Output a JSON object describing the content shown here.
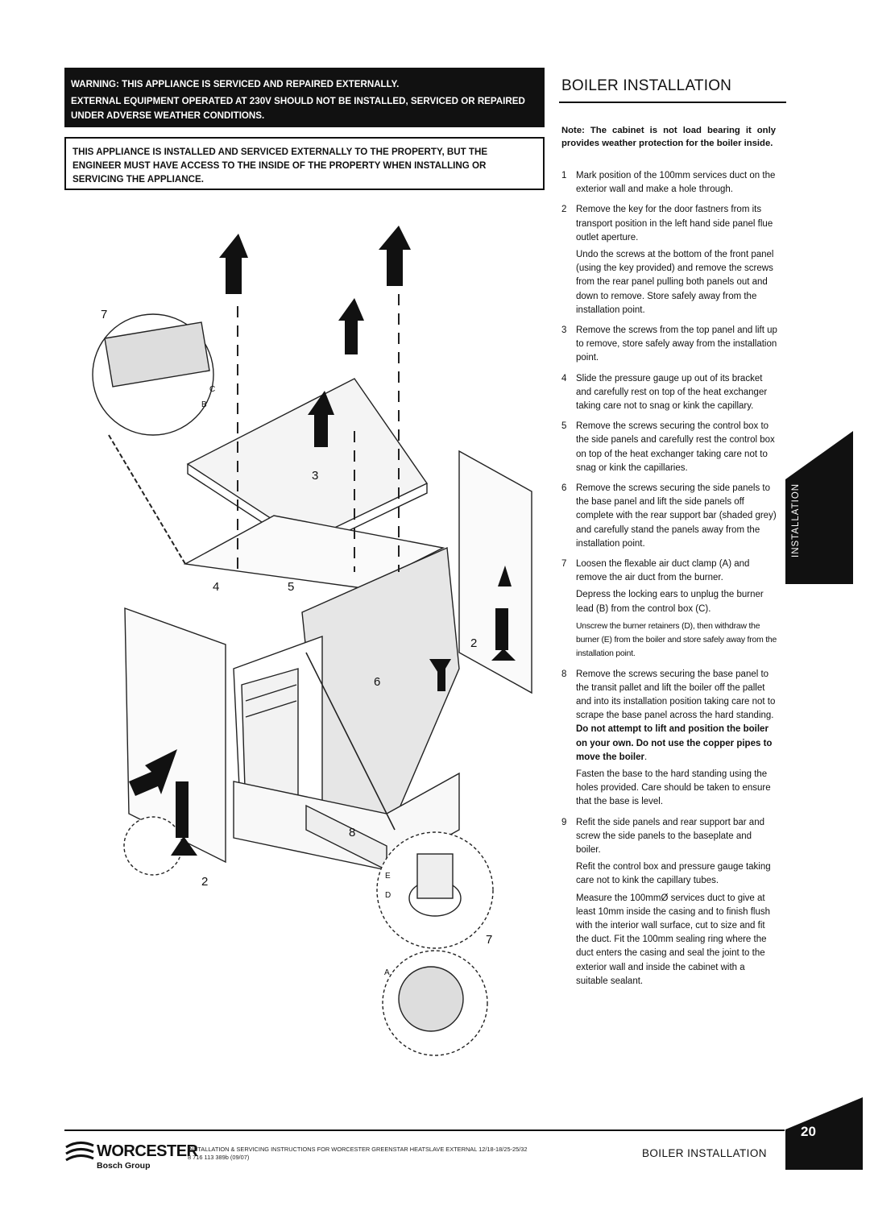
{
  "warning_box": {
    "line1": "WARNING: THIS APPLIANCE IS SERVICED AND REPAIRED EXTERNALLY.",
    "line2": "EXTERNAL EQUIPMENT OPERATED AT 230V SHOULD NOT BE INSTALLED, SERVICED OR REPAIRED UNDER ADVERSE WEATHER CONDITIONS."
  },
  "info_box": {
    "text": "THIS APPLIANCE IS INSTALLED AND SERVICED EXTERNALLY TO THE PROPERTY, BUT THE ENGINEER MUST HAVE ACCESS TO THE INSIDE OF THE PROPERTY WHEN INSTALLING OR SERVICING THE APPLIANCE."
  },
  "section": {
    "title": "BOILER INSTALLATION",
    "note": "Note: The cabinet is not load bearing it only provides weather protection for the boiler inside."
  },
  "steps": [
    {
      "num": "1",
      "text": "Mark position of the 100mm services duct on the exterior wall and make a hole through."
    },
    {
      "num": "2",
      "text": "Remove the key for the door fastners from its transport position in the left hand side panel flue outlet aperture.",
      "text2": "Undo the screws at the bottom of the front panel (using the key provided) and remove the screws from the rear panel pulling both panels out and down to remove. Store safely away from the installation point."
    },
    {
      "num": "3",
      "text": "Remove the screws from the top panel and lift up to remove, store safely away from the installation point."
    },
    {
      "num": "4",
      "text": "Slide the pressure gauge up out of its bracket and carefully rest on top of the heat exchanger taking care not to snag or kink the capillary."
    },
    {
      "num": "5",
      "text": "Remove the screws securing the control box to the side panels and carefully rest the control box on top of the heat exchanger taking care not to snag or kink the capillaries."
    },
    {
      "num": "6",
      "text": "Remove the screws securing the side panels to the base panel and lift the side panels off complete with the rear support bar (shaded grey) and carefully stand the panels away from the installation point."
    },
    {
      "num": "7",
      "text": "Loosen the flexable air duct clamp (A) and remove the air duct from the burner.",
      "text2": "Depress the locking ears to unplug the burner lead (B) from the control box (C).",
      "text3": "Unscrew the burner retainers (D), then withdraw the burner (E) from the boiler and store safely away from the installation point."
    },
    {
      "num": "8",
      "text": "Remove the screws securing the base panel to the transit pallet and lift the boiler off the pallet and into its installation position taking care not to scrape the base panel across the hard standing.",
      "bold": "Do not attempt to lift and position the boiler on your own. Do not use the copper pipes to move the boiler",
      "after_bold": ".",
      "text2": "Fasten the base to the hard standing using the holes provided. Care should be taken to ensure that the base is level."
    },
    {
      "num": "9",
      "text": "Refit the side panels and rear support bar and screw the side panels to the baseplate and boiler.",
      "text2": "Refit the control box and pressure gauge taking care not to kink the capillary tubes.",
      "text3": "Measure the 100mmØ services duct to give at least 10mm inside the casing and to finish flush with the interior wall surface, cut to size and fit the duct. Fit the 100mm sealing ring where the duct enters the casing and seal the joint to the exterior wall and inside the cabinet with a suitable sealant."
    }
  ],
  "side_tab": {
    "label": "INSTALLATION"
  },
  "figure_labels": {
    "l7a": "7",
    "l3": "3",
    "l4": "4",
    "l5": "5",
    "l2a": "2",
    "l6": "6",
    "l8": "8",
    "l2b": "2",
    "l7b": "7",
    "lC": "C",
    "lB": "B",
    "lE": "E",
    "lD": "D",
    "lA": "A"
  },
  "footer": {
    "brand": "WORCESTER",
    "group": "Bosch Group",
    "doc_line1": "INSTALLATION & SERVICING INSTRUCTIONS FOR WORCESTER GREENSTAR HEATSLAVE EXTERNAL 12/18-18/25-25/32",
    "doc_line2": "8 716 113 389b (09/07)",
    "title": "BOILER INSTALLATION",
    "page": "20"
  }
}
